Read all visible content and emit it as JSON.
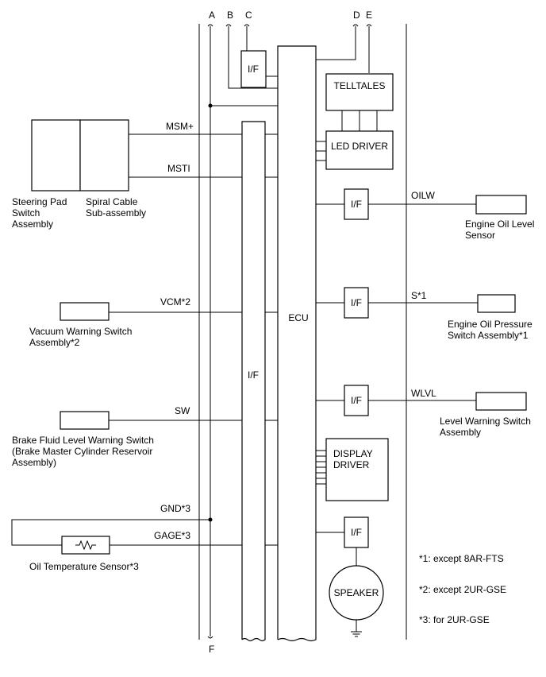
{
  "terminals": {
    "a": "A",
    "b": "B",
    "c": "C",
    "d": "D",
    "e": "E",
    "f": "F"
  },
  "signals": {
    "msm_plus": "MSM+",
    "msti": "MSTI",
    "vcm": "VCM*2",
    "sw": "SW",
    "gnd": "GND*3",
    "gage": "GAGE*3",
    "oilw": "OILW",
    "s": "S*1",
    "wlvl": "WLVL"
  },
  "blocks": {
    "if_small": "I/F",
    "if_main": "I/F",
    "ecu": "ECU",
    "telltales": "TELLTALES",
    "led_driver": "LED DRIVER",
    "display_driver": [
      "DISPLAY",
      "DRIVER"
    ],
    "speaker": "SPEAKER"
  },
  "components": {
    "steering_pad": [
      "Steering Pad",
      "Switch",
      "Assembly"
    ],
    "spiral_cable": [
      "Spiral Cable",
      "Sub-assembly"
    ],
    "vacuum_switch": [
      "Vacuum Warning Switch",
      "Assembly*2"
    ],
    "brake_fluid": [
      "Brake Fluid Level Warning Switch",
      "(Brake Master Cylinder Reservoir",
      "Assembly)"
    ],
    "oil_temp": [
      "Oil Temperature Sensor*3"
    ],
    "oil_level": [
      "Engine Oil Level",
      "Sensor"
    ],
    "oil_pressure": [
      "Engine Oil Pressure",
      "Switch Assembly*1"
    ],
    "level_warning": [
      "Level Warning Switch",
      "Assembly"
    ]
  },
  "notes": [
    "*1: except 8AR-FTS",
    "*2: except 2UR-GSE",
    "*3: for 2UR-GSE"
  ]
}
